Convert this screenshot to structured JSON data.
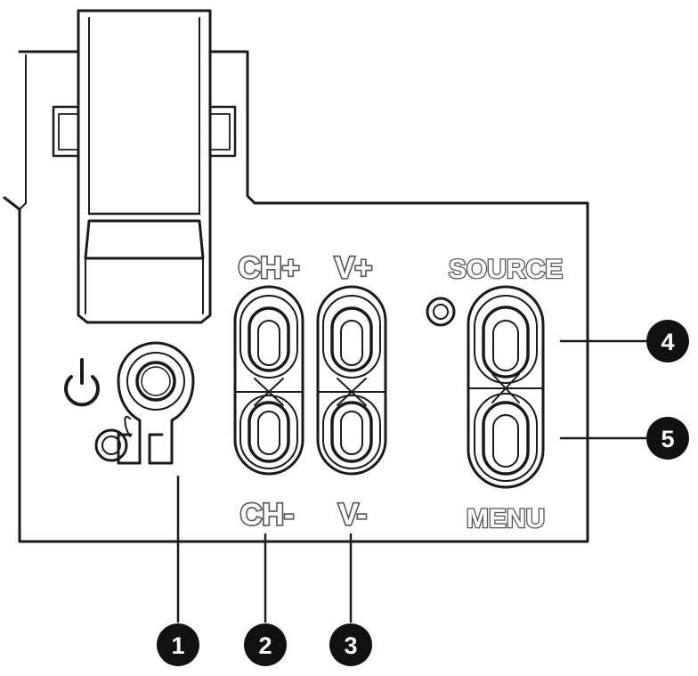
{
  "labels": {
    "ch_plus": "CH+",
    "ch_minus": "CH-",
    "v_plus": "V+",
    "v_minus": "V-",
    "source": "SOURCE",
    "menu": "MENU"
  },
  "callouts": [
    "1",
    "2",
    "3",
    "4",
    "5"
  ],
  "icons": {
    "power": "power-icon",
    "indicator": "indicator-light-icon"
  },
  "colors": {
    "line": "#1a1a1a",
    "label_outline": "#555555",
    "background": "#ffffff"
  }
}
